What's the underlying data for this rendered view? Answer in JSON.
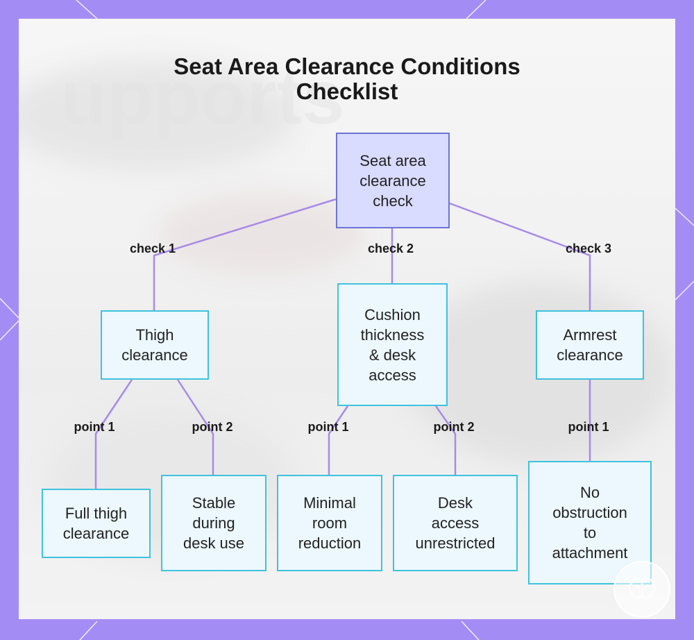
{
  "title": {
    "line1": "Seat Area Clearance Conditions",
    "line2": "Checklist"
  },
  "nodes": {
    "root": [
      "Seat area",
      "clearance",
      "check"
    ],
    "thigh": [
      "Thigh",
      "clearance"
    ],
    "cushion": [
      "Cushion",
      "thickness",
      "& desk",
      "access"
    ],
    "armrest": [
      "Armrest",
      "clearance"
    ],
    "full_thigh": [
      "Full thigh",
      "clearance"
    ],
    "stable": [
      "Stable",
      "during",
      "desk use"
    ],
    "minimal": [
      "Minimal",
      "room",
      "reduction"
    ],
    "desk_access": [
      "Desk",
      "access",
      "unrestricted"
    ],
    "no_obstruction": [
      "No",
      "obstruction",
      "to",
      "attachment"
    ]
  },
  "edges": {
    "check1": "check 1",
    "check2": "check 2",
    "check3": "check 3",
    "thigh_point1": "point 1",
    "thigh_point2": "point 2",
    "cushion_point1": "point 1",
    "cushion_point2": "point 2",
    "armrest_point1": "point 1"
  },
  "colors": {
    "frame": "#a48cf5",
    "root_fill": "#d9dbff",
    "root_border": "#6b74d6",
    "node_fill": "#ecf8fd",
    "node_border": "#3ec2dd",
    "edge": "#a78ae8"
  },
  "badge": {
    "icon": "brain-logo-icon"
  }
}
